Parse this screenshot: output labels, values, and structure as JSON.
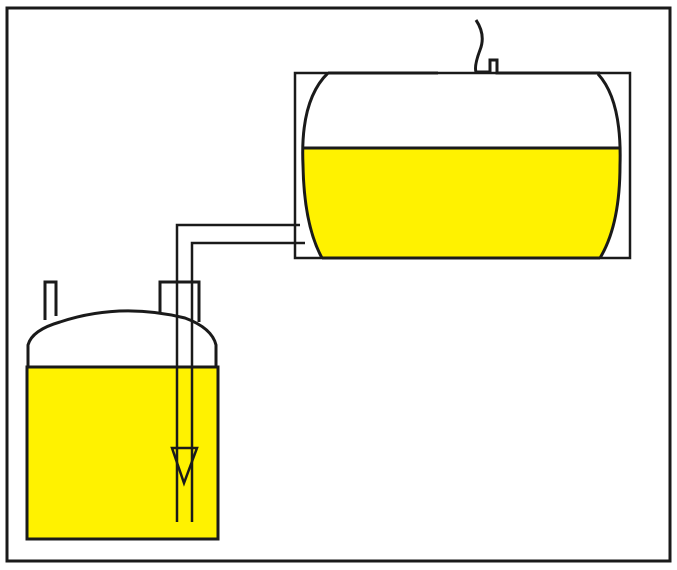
{
  "diagram": {
    "description_elements": [
      "upper-horizontal-tank",
      "lower-vertical-tank",
      "transfer-pipes",
      "foot-valve",
      "vent"
    ],
    "colors": {
      "liquid": "#fff200",
      "stroke": "#1a1a1a",
      "background": "#ffffff"
    }
  }
}
